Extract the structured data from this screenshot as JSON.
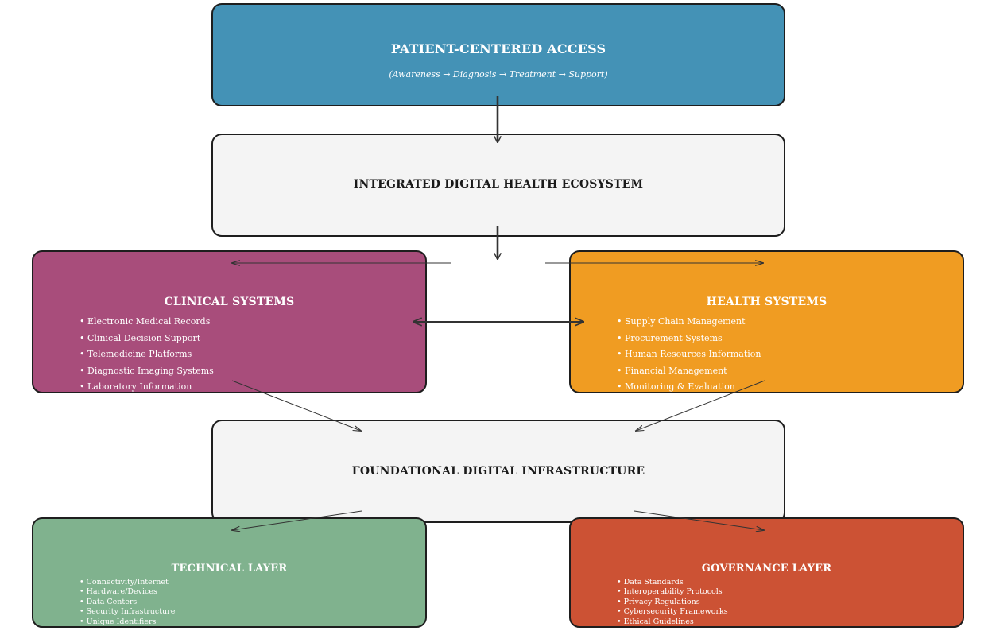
{
  "colors": {
    "patient_access": "#4492b6",
    "ecosystem": "#f4f4f4",
    "clinical": "#a84d7b",
    "health": "#f09c22",
    "infrastructure": "#f4f4f4",
    "technical": "#80b28e",
    "governance": "#cc5234",
    "outline": "#1e1e1e"
  },
  "patient_access": {
    "title": "PATIENT-CENTERED ACCESS",
    "subtitle": "(Awareness → Diagnosis → Treatment → Support)"
  },
  "ecosystem": {
    "title": "INTEGRATED DIGITAL HEALTH ECOSYSTEM"
  },
  "clinical": {
    "title": "CLINICAL SYSTEMS",
    "items": [
      "Electronic Medical Records",
      "Clinical Decision Support",
      "Telemedicine Platforms",
      "Diagnostic Imaging Systems",
      "Laboratory Information"
    ]
  },
  "health": {
    "title": "HEALTH SYSTEMS",
    "items": [
      "Supply Chain Management",
      "Procurement Systems",
      "Human Resources Information",
      "Financial Management",
      "Monitoring & Evaluation"
    ]
  },
  "infrastructure": {
    "title": "FOUNDATIONAL DIGITAL INFRASTRUCTURE"
  },
  "technical": {
    "title": "TECHNICAL LAYER",
    "items": [
      "Connectivity/Internet",
      "Hardware/Devices",
      "Data Centers",
      "Security Infrastructure",
      "Unique Identifiers"
    ]
  },
  "governance": {
    "title": "GOVERNANCE LAYER",
    "items": [
      "Data Standards",
      "Interoperability Protocols",
      "Privacy Regulations",
      "Cybersecurity Frameworks",
      "Ethical Guidelines"
    ]
  }
}
